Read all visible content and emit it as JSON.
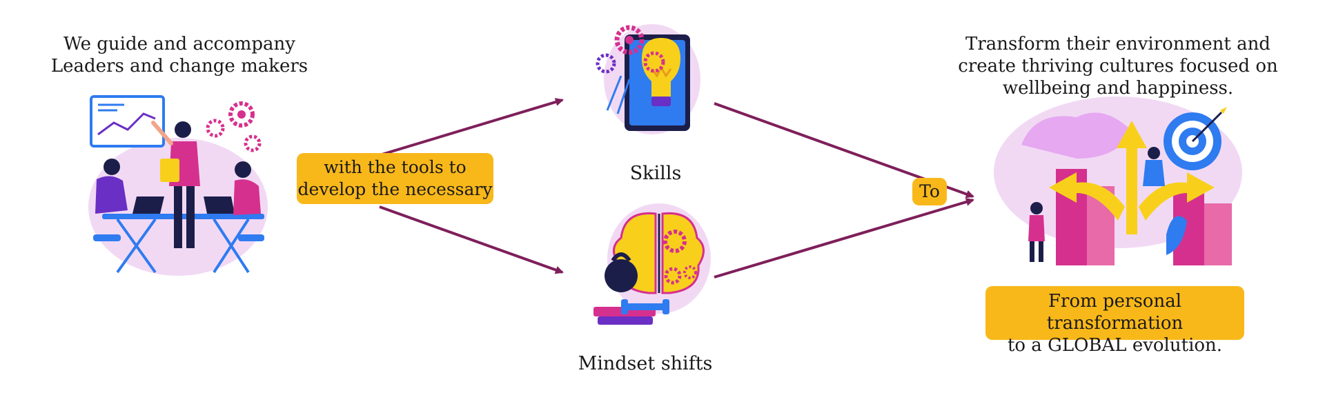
{
  "left": {
    "caption": "We guide and accompany\nLeaders and change makers",
    "pill": "with the tools to\ndevelop the necessary"
  },
  "middle": {
    "skills_label": "Skills",
    "mindset_label": "Mindset shifts"
  },
  "connector": {
    "to_label": "To"
  },
  "right": {
    "caption": "Transform their environment and\ncreate thriving cultures focused on\nwellbeing and happiness.",
    "pill": "From personal transformation\nto a GLOBAL evolution."
  },
  "colors": {
    "arrow": "#7e1f5a",
    "pill": "#f9b81a",
    "blob": "#f1d9f4",
    "purple": "#6a2fc4",
    "magenta": "#d6308e",
    "blue": "#2f7bf0",
    "yellow": "#f8d01c"
  },
  "icons": [
    "team-meeting-illustration",
    "lightbulb-gears-illustration",
    "brain-gears-illustration",
    "city-growth-target-illustration"
  ]
}
